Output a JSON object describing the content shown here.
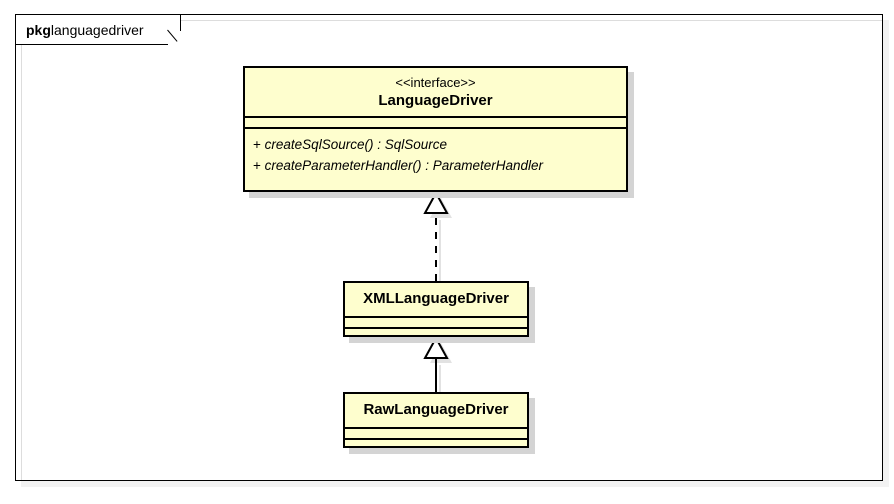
{
  "diagram": {
    "type": "uml-class-diagram",
    "package": {
      "keyword": "pkg",
      "name": "languagedriver"
    },
    "colors": {
      "class_fill": "#FEFECE",
      "class_border": "#000000",
      "shadow": "#D4D4D4",
      "canvas": "#FFFFFF"
    },
    "nodes": [
      {
        "id": "LanguageDriver",
        "stereotype": "<<interface>>",
        "name": "LanguageDriver",
        "attributes": [],
        "methods": [
          {
            "visibility": "+",
            "signature": "createSqlSource() : SqlSource"
          },
          {
            "visibility": "+",
            "signature": "createParameterHandler() : ParameterHandler"
          }
        ]
      },
      {
        "id": "XMLLanguageDriver",
        "stereotype": "",
        "name": "XMLLanguageDriver",
        "attributes": [],
        "methods": []
      },
      {
        "id": "RawLanguageDriver",
        "stereotype": "",
        "name": "RawLanguageDriver",
        "attributes": [],
        "methods": []
      }
    ],
    "edges": [
      {
        "id": "realization-xml-languagedriver",
        "from": "XMLLanguageDriver",
        "to": "LanguageDriver",
        "relation": "realization",
        "line": "dashed",
        "arrowhead": "hollow-triangle",
        "label": ""
      },
      {
        "id": "generalization-raw-xml",
        "from": "RawLanguageDriver",
        "to": "XMLLanguageDriver",
        "relation": "generalization",
        "line": "solid",
        "arrowhead": "hollow-triangle",
        "label": ""
      }
    ]
  }
}
